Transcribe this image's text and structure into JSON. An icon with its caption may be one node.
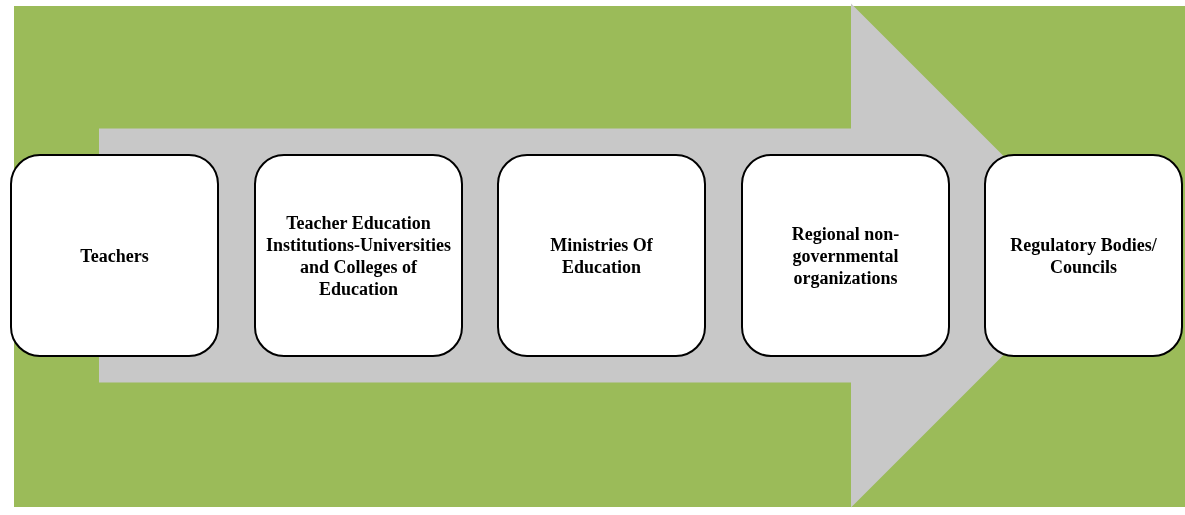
{
  "diagram": {
    "nodes": [
      {
        "text": [
          "Teachers"
        ]
      },
      {
        "text": [
          "Teacher Education Institutions-Universities and Colleges of Education"
        ]
      },
      {
        "text": [
          "Ministries Of Education"
        ]
      },
      {
        "text": [
          "Regional non-governmental organizations"
        ]
      },
      {
        "text": [
          "Regulatory Bodies/ Councils"
        ]
      }
    ],
    "edges": [
      {
        "from": 0,
        "to": 4,
        "arrow": "to"
      }
    ]
  }
}
